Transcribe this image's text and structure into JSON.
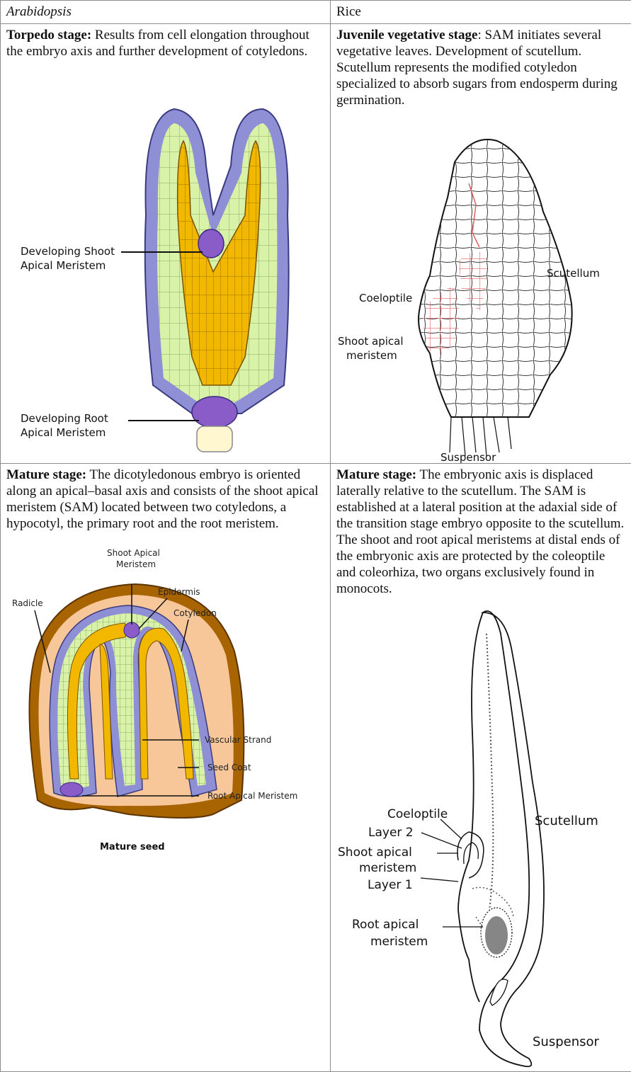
{
  "header": {
    "left": "Arabidopsis",
    "right": "Rice"
  },
  "torpedo": {
    "stage": "Torpedo stage:",
    "text": " Results from cell elongation throughout the embryo axis and further development of cotyledons.",
    "labels": {
      "sam1": "Developing Shoot",
      "sam2": "Apical Meristem",
      "ram1": "Developing Root",
      "ram2": "Apical Meristem"
    }
  },
  "juvenile": {
    "stage": "Juvenile vegetative stage",
    "text": ": SAM initiates several vegetative leaves. Development of scutellum. Scutellum represents the modified cotyledon specialized to absorb sugars from endosperm during germination.",
    "labels": {
      "scutellum": "Scutellum",
      "coleoptile": "Coeloptile",
      "sam1": "Shoot apical",
      "sam2": "meristem",
      "suspensor": "Suspensor"
    }
  },
  "mature_arab": {
    "stage": "Mature stage:",
    "text": " The dicotyledonous embryo is oriented along an apical–basal axis and consists of the shoot apical meristem (SAM) located between two cotyledons, a hypocotyl, the primary root and the root meristem.",
    "labels": {
      "sam1": "Shoot Apical",
      "sam2": "Meristem",
      "epidermis": "Epidermis",
      "radicle": "Radicle",
      "cotyledon": "Cotyledon",
      "vascular": "Vascular Strand",
      "seedcoat": "Seed Coat",
      "ram": "Root Apical Meristem",
      "caption": "Mature seed"
    }
  },
  "mature_rice": {
    "stage": "Mature stage:",
    "text": " The embryonic axis is displaced laterally relative to the scutellum. The SAM is established at a lateral position at the adaxial side of the transition stage embryo opposite to the scutellum. The shoot and root apical meristems at distal ends of the embryonic axis are protected by the coleoptile and coleorhiza, two organs exclusively found in monocots.",
    "labels": {
      "coleoptile": "Coeloptile",
      "layer2": "Layer 2",
      "sam1": "Shoot apical",
      "sam2": "meristem",
      "layer1": "Layer 1",
      "ram1": "Root apical",
      "ram2": "meristem",
      "scutellum": "Scutellum",
      "suspensor": "Suspensor"
    }
  },
  "colors": {
    "epidermis": "#8f8fd6",
    "ground": "#d8f2a8",
    "vascular": "#f2b800",
    "meristem": "#8a5cc8",
    "suspensor": "#fff7d0",
    "seedcoat": "#a86400",
    "endosperm": "#f7c79a",
    "red_cells": "#e06060"
  }
}
